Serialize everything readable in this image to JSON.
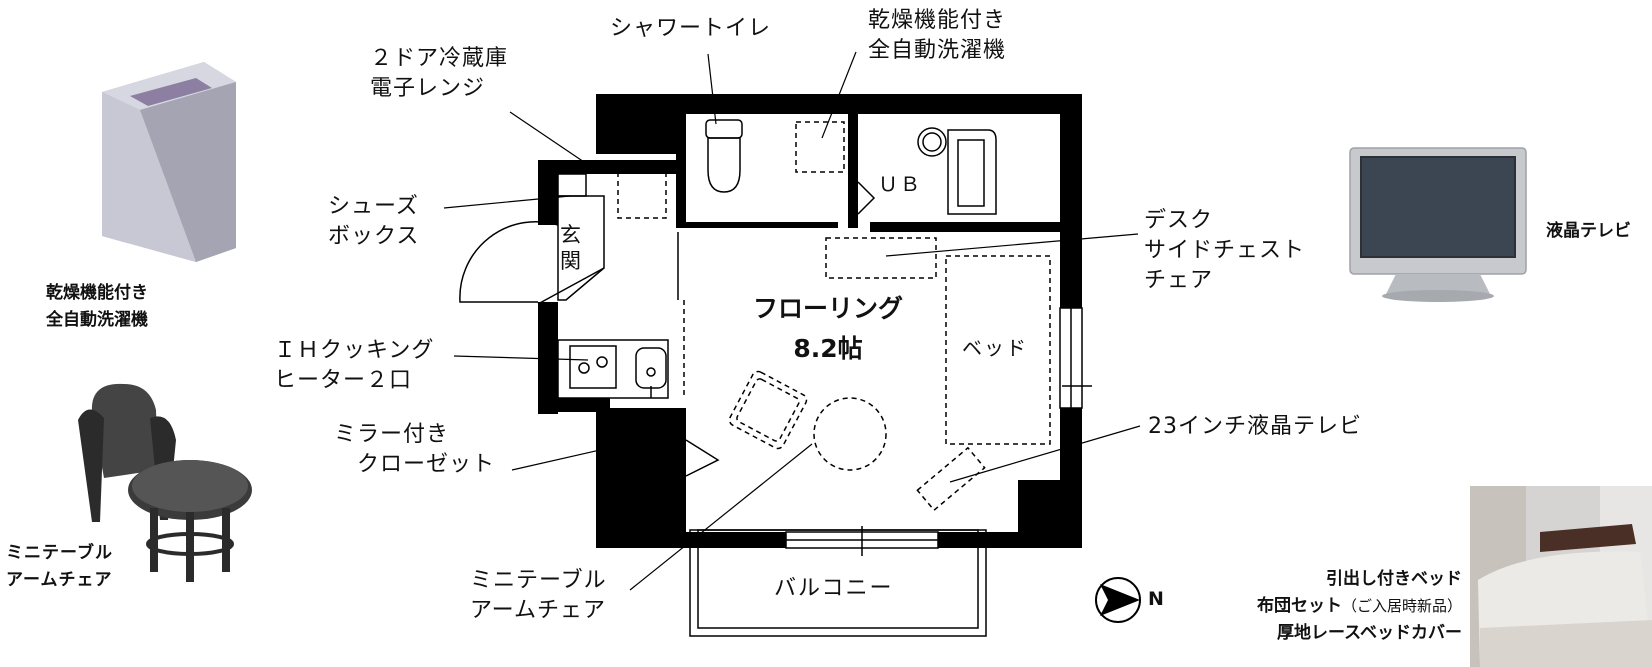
{
  "floorplan": {
    "main_room": {
      "name": "フローリング",
      "size": "8.2帖"
    },
    "rooms": {
      "ub": "ＵＢ",
      "entrance": "玄\n関",
      "balcony": "バルコニー",
      "bed": "ベッド"
    },
    "callouts": {
      "shower_toilet": "シャワートイレ",
      "washer_top": "乾燥機能付き\n全自動洗濯機",
      "fridge": "２ドア冷蔵庫\n電子レンジ",
      "shoebox": "シューズ\nボックス",
      "ih": "ＩＨクッキング\nヒーター２口",
      "closet": "ミラー付き\n　クローゼット",
      "mini_table": "ミニテーブル\nアームチェア",
      "desk": "デスク\nサイドチェスト\nチェア",
      "tv23": "23インチ液晶テレビ"
    },
    "compass": {
      "label": "N",
      "icon": "compass-north-arrow-icon"
    }
  },
  "photos": {
    "washer": {
      "caption": "乾燥機能付き\n全自動洗濯機",
      "icon": "washing-machine-photo"
    },
    "chairs": {
      "caption": "ミニテーブル\nアームチェア",
      "icon": "armchair-table-photo"
    },
    "tv": {
      "caption": "液晶テレビ",
      "icon": "lcd-tv-photo"
    },
    "bed": {
      "caption_line1": "引出し付きベッド",
      "caption_line2a": "布団セット",
      "caption_line2b": "（ご入居時新品）",
      "caption_line3": "厚地レースベッドカバー",
      "icon": "bed-photo"
    }
  }
}
